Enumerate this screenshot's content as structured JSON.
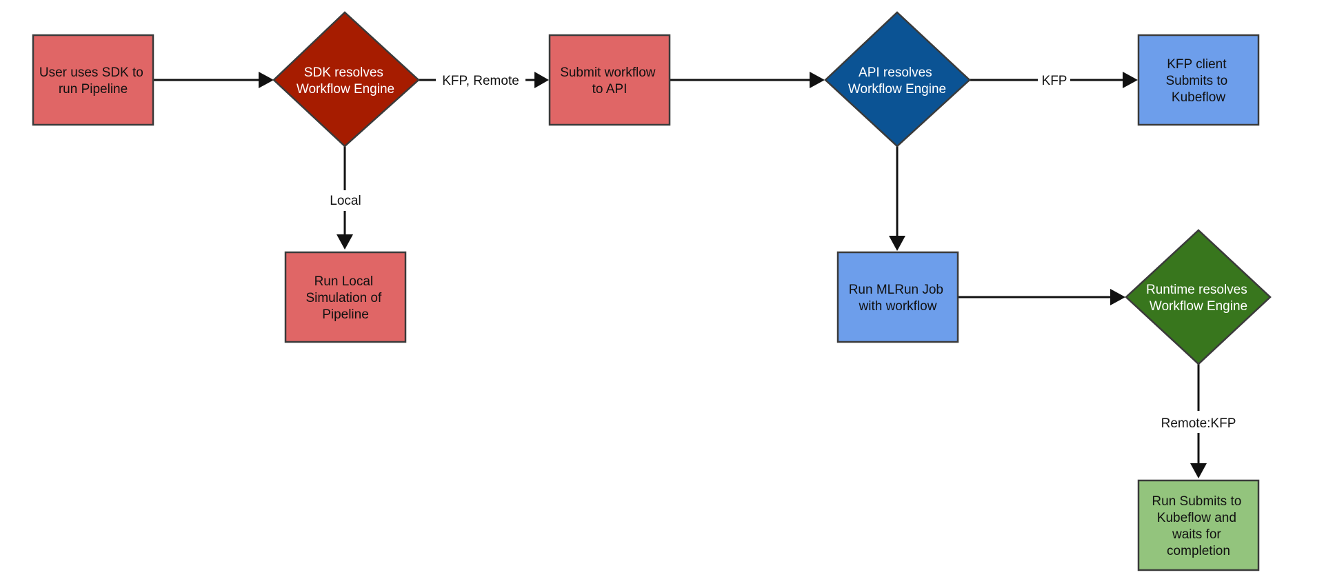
{
  "colors": {
    "red_box": "#e06666",
    "red_diamond": "#a61c00",
    "blue_box": "#6d9eeb",
    "blue_diamond": "#0b5394",
    "green_box": "#93c47d",
    "green_diamond": "#38761d",
    "arrow": "#111111"
  },
  "nodes": {
    "user_sdk": {
      "lines": [
        "User uses SDK to",
        "run Pipeline"
      ]
    },
    "sdk_resolves": {
      "lines": [
        "SDK resolves",
        "Workflow Engine"
      ]
    },
    "submit_api": {
      "lines": [
        "Submit workflow",
        "to API"
      ]
    },
    "api_resolves": {
      "lines": [
        "API resolves",
        "Workflow Engine"
      ]
    },
    "kfp_client": {
      "lines": [
        "KFP client",
        "Submits to",
        "Kubeflow"
      ]
    },
    "run_local": {
      "lines": [
        "Run Local",
        "Simulation of",
        "Pipeline"
      ]
    },
    "run_mlrun": {
      "lines": [
        "Run MLRun Job",
        "with workflow"
      ]
    },
    "runtime_resolves": {
      "lines": [
        "Runtime resolves",
        "Workflow Engine"
      ]
    },
    "run_submits": {
      "lines": [
        "Run Submits to",
        "Kubeflow and",
        "waits for",
        "completion"
      ]
    }
  },
  "edges": {
    "kfp_remote": "KFP, Remote",
    "local": "Local",
    "kfp": "KFP",
    "remote_kfp": "Remote:KFP"
  }
}
